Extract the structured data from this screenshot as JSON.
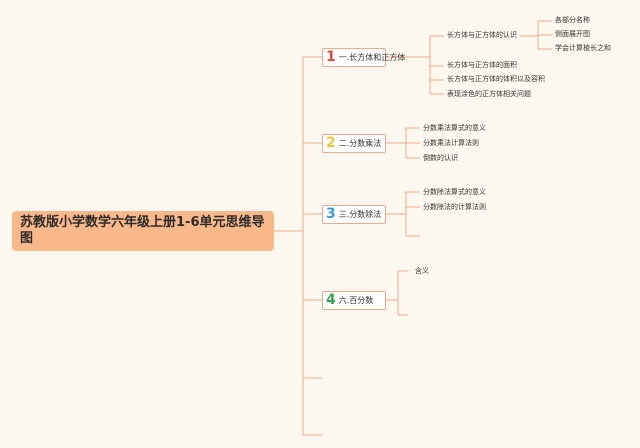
{
  "root": {
    "title": "苏教版小学数学六年级上册1-6单元思维导图"
  },
  "branches": [
    {
      "num": "1",
      "num_color": "#e5483f",
      "label": "一.长方体和正方体",
      "children": [
        "长方体与正方体的认识",
        "长方体与正方体的面积",
        "长方体与正方体的体积以及容积",
        "表现涂色的正方体相关问题"
      ],
      "grandchildren": [
        "各部分名称",
        "侧面展开图",
        "学会计算棱长之和"
      ]
    },
    {
      "num": "2",
      "num_color": "#f3c531",
      "label": "二.分数乘法",
      "children": [
        "分数乘法算式的意义",
        "分数乘法计算法则",
        "倒数的认识"
      ]
    },
    {
      "num": "3",
      "num_color": "#3b9bd6",
      "label": "三.分数除法",
      "children": [
        "分数除法算式的意义",
        "分数除法的计算法则"
      ]
    },
    {
      "num": "4",
      "num_color": "#3aa14a",
      "label": "六.百分数",
      "children": [
        "含义"
      ]
    }
  ],
  "colors": {
    "line": "#f0a98a",
    "root_fill": "#f9b88a",
    "background": "#fdf8ef"
  }
}
